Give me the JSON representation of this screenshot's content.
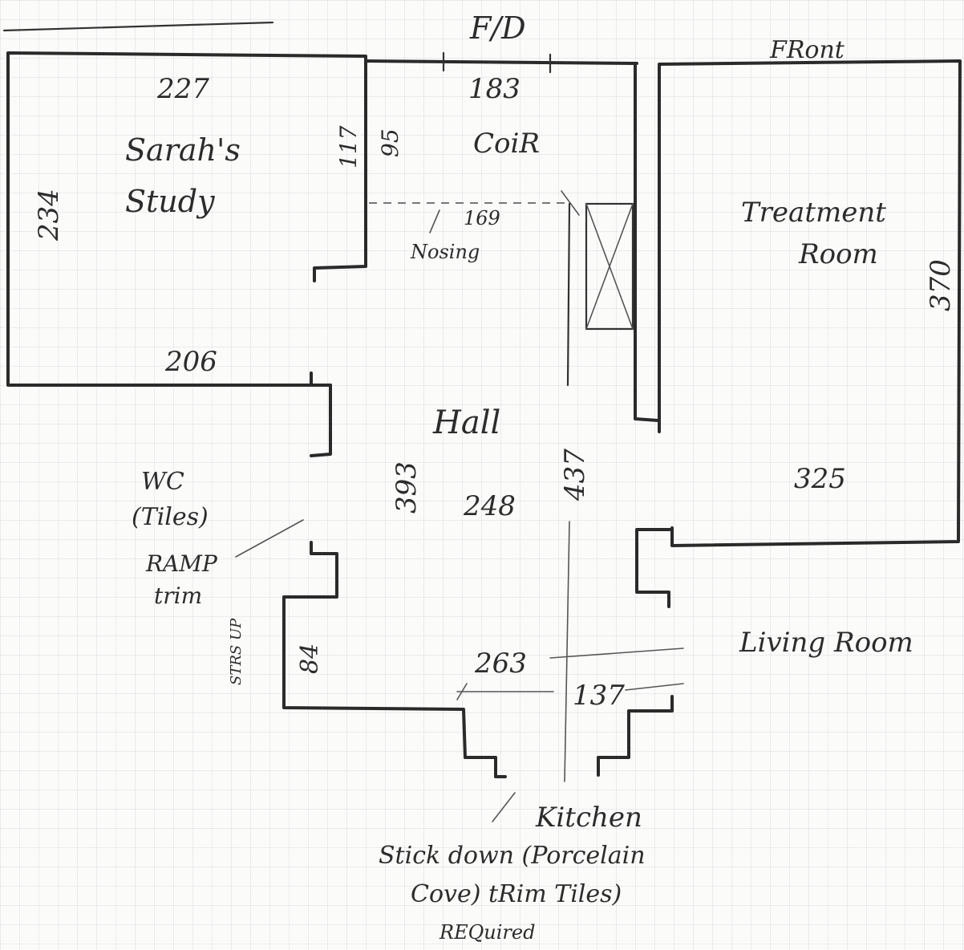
{
  "header": {
    "title": "Ground floor plan"
  },
  "labels": {
    "fd": "F/D",
    "front": "FRont",
    "corr": "CoiR",
    "nosing": "Nosing",
    "nosing_len": "169",
    "study_top": "227",
    "study_bottom": "206",
    "study_side": "234",
    "study_inner_a": "117",
    "study_inner_b": "95",
    "corr_width": "183",
    "hall": "Hall",
    "hall_a": "393",
    "hall_b": "248",
    "hall_c": "437",
    "treatment_width": "325",
    "treatment_height": "370",
    "stairs_width": "84",
    "stairs_label": "STRS UP",
    "living_dim": "263",
    "kitchen_dim": "137"
  },
  "rooms": {
    "study_line1": "Sarah's",
    "study_line2": "Study",
    "treatment_line1": "Treatment",
    "treatment_line2": "Room",
    "wc_line1": "WC",
    "wc_line2": "(Tiles)",
    "living": "Living Room",
    "kitchen": "Kitchen"
  },
  "notes": {
    "ramp_line1": "RAMP",
    "ramp_line2": "trim",
    "kitchen_line1": "Stick down (Porcelain",
    "kitchen_line2": "Cove) tRim Tiles)",
    "kitchen_line3": "REQuired"
  }
}
